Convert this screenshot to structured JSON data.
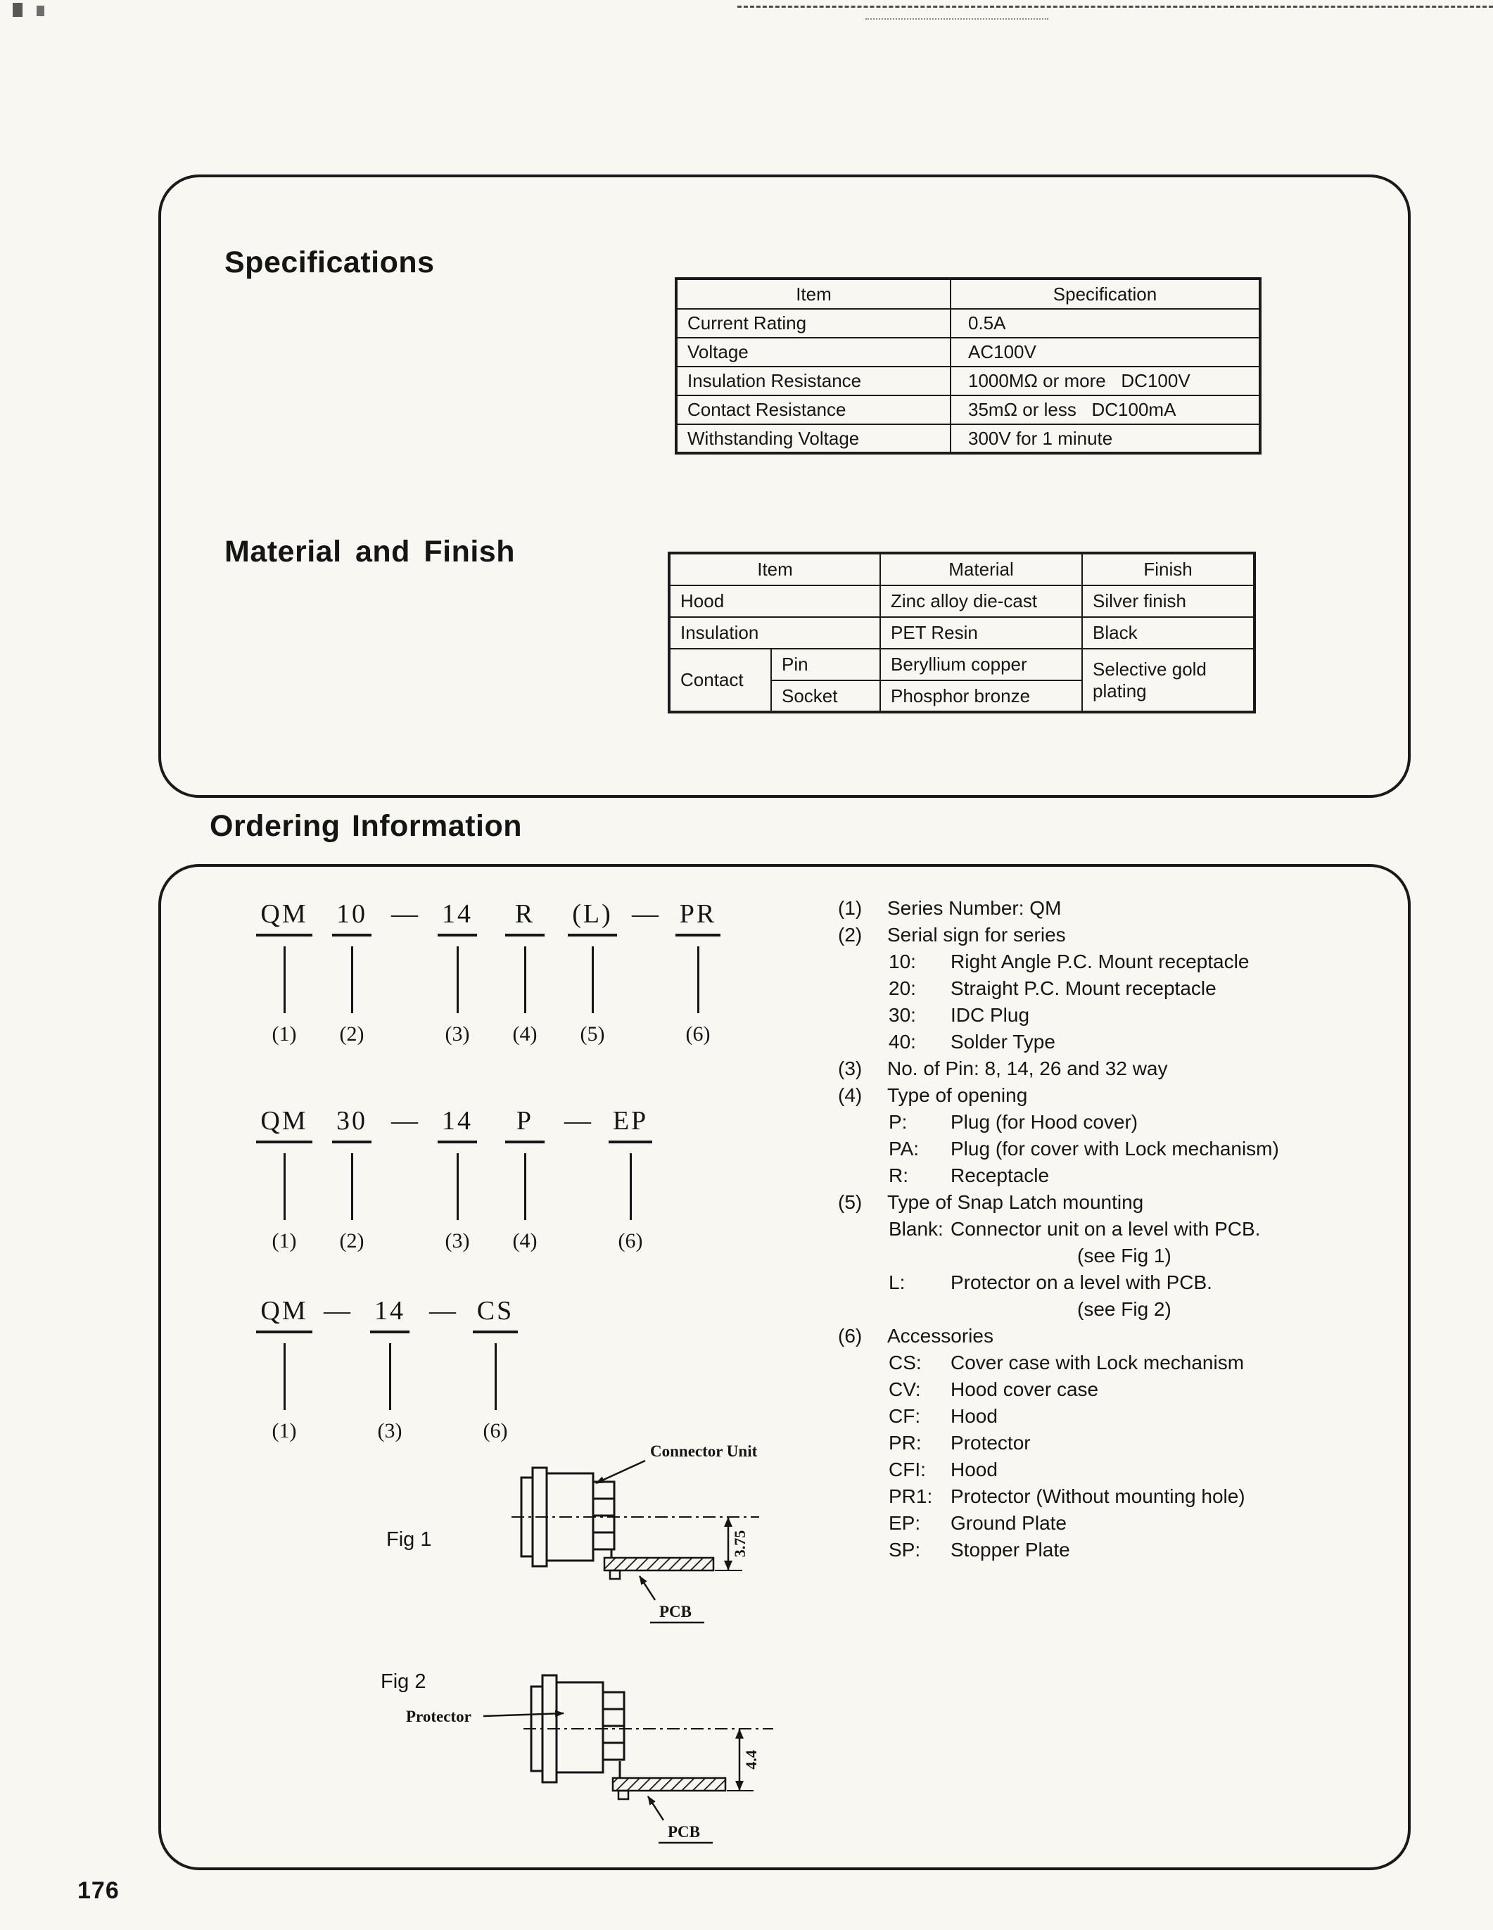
{
  "page": {
    "number": "176"
  },
  "specifications": {
    "title": "Specifications",
    "table": {
      "headers": [
        "Item",
        "Specification"
      ],
      "rows": [
        {
          "item": "Current Rating",
          "spec": "0.5A"
        },
        {
          "item": "Voltage",
          "spec": "AC100V"
        },
        {
          "item": "Insulation Resistance",
          "spec": "1000MΩ or more   DC100V"
        },
        {
          "item": "Contact Resistance",
          "spec": "35mΩ or less   DC100mA"
        },
        {
          "item": "Withstanding Voltage",
          "spec": "300V for 1 minute"
        }
      ]
    }
  },
  "material": {
    "title": "Material and Finish",
    "table": {
      "headers": [
        "Item",
        "Material",
        "Finish"
      ],
      "hood": {
        "item": "Hood",
        "material": "Zinc alloy die-cast",
        "finish": "Silver finish"
      },
      "insulation": {
        "item": "Insulation",
        "material": "PET Resin",
        "finish": "Black"
      },
      "contact": {
        "item": "Contact",
        "pin": {
          "name": "Pin",
          "material": "Beryllium copper"
        },
        "socket": {
          "name": "Socket",
          "material": "Phosphor bronze"
        },
        "finish": "Selective gold plating"
      }
    }
  },
  "ordering": {
    "title": "Ordering Information",
    "codes": [
      {
        "tokens": [
          {
            "text": "QM",
            "label": "(1)"
          },
          {
            "text": "10",
            "label": "(2)"
          },
          {
            "sep": "—"
          },
          {
            "text": "14",
            "label": "(3)"
          },
          {
            "text": "R",
            "label": "(4)"
          },
          {
            "text": "(L)",
            "label": "(5)"
          },
          {
            "sep": "—"
          },
          {
            "text": "PR",
            "label": "(6)"
          }
        ]
      },
      {
        "tokens": [
          {
            "text": "QM",
            "label": "(1)"
          },
          {
            "text": "30",
            "label": "(2)"
          },
          {
            "sep": "—"
          },
          {
            "text": "14",
            "label": "(3)"
          },
          {
            "text": "P",
            "label": "(4)"
          },
          {
            "sep": "—"
          },
          {
            "text": "EP",
            "label": "(6)"
          }
        ]
      },
      {
        "tokens": [
          {
            "text": "QM",
            "label": "(1)"
          },
          {
            "sep": "—"
          },
          {
            "text": "14",
            "label": "(3)"
          },
          {
            "sep": "—"
          },
          {
            "text": "CS",
            "label": "(6)"
          }
        ]
      }
    ],
    "notes": [
      {
        "label": "(1)",
        "text": "Series Number: QM"
      },
      {
        "label": "(2)",
        "text": "Serial sign for series"
      },
      {
        "label": "10:",
        "text": "Right Angle P.C. Mount receptacle"
      },
      {
        "label": "20:",
        "text": "Straight P.C. Mount receptacle"
      },
      {
        "label": "30:",
        "text": "IDC Plug"
      },
      {
        "label": "40:",
        "text": "Solder Type"
      },
      {
        "label": "(3)",
        "text": "No. of Pin: 8, 14, 26 and 32 way"
      },
      {
        "label": "(4)",
        "text": "Type of opening"
      },
      {
        "label": "P:",
        "text": "Plug (for Hood cover)"
      },
      {
        "label": "PA:",
        "text": "Plug (for cover with Lock mechanism)"
      },
      {
        "label": "R:",
        "text": "Receptacle"
      },
      {
        "label": "(5)",
        "text": "Type of Snap Latch mounting"
      },
      {
        "label": "Blank:",
        "text": "Connector unit on a level with PCB."
      },
      {
        "label": "",
        "text": "(see Fig 1)"
      },
      {
        "label": "L:",
        "text": "Protector on a level with PCB."
      },
      {
        "label": "",
        "text": "(see Fig 2)"
      },
      {
        "label": "(6)",
        "text": "Accessories"
      },
      {
        "label": "CS:",
        "text": "Cover case with Lock mechanism"
      },
      {
        "label": "CV:",
        "text": "Hood cover case"
      },
      {
        "label": "CF:",
        "text": "Hood"
      },
      {
        "label": "PR:",
        "text": "Protector"
      },
      {
        "label": "CFI:",
        "text": "Hood"
      },
      {
        "label": "PR1:",
        "text": "Protector (Without mounting hole)"
      },
      {
        "label": "EP:",
        "text": "Ground Plate"
      },
      {
        "label": "SP:",
        "text": "Stopper Plate"
      }
    ]
  },
  "figures": {
    "fig1": {
      "label": "Fig 1",
      "callout": "Connector Unit",
      "dimension": "3.75",
      "pcb": "PCB"
    },
    "fig2": {
      "label": "Fig 2",
      "callout": "Protector",
      "dimension": "4.4",
      "pcb": "PCB"
    }
  }
}
